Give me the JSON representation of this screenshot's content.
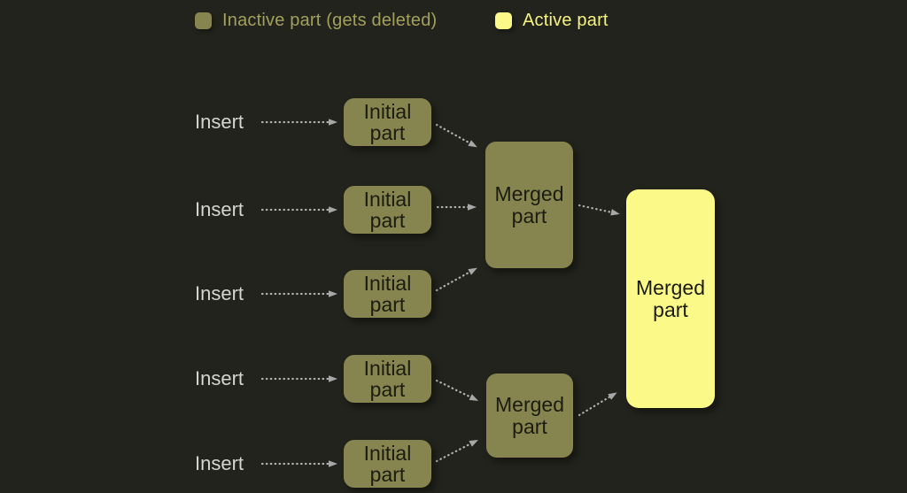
{
  "colors": {
    "background": "#22231c",
    "inactive_fill": "#87854f",
    "active_fill": "#fbf987",
    "inactive_text": "#a2a05d",
    "active_text": "#f6f47e",
    "node_text": "#1b1c10",
    "insert_text": "#d5d5d3",
    "arrow": "#b3b3b3"
  },
  "legend": {
    "items": [
      {
        "id": "inactive",
        "label": "Inactive part (gets deleted)"
      },
      {
        "id": "active",
        "label": "Active part"
      }
    ]
  },
  "diagram": {
    "rows": [
      {
        "insert_label": "Insert",
        "part_label": "Initial part"
      },
      {
        "insert_label": "Insert",
        "part_label": "Initial part"
      },
      {
        "insert_label": "Insert",
        "part_label": "Initial part"
      },
      {
        "insert_label": "Insert",
        "part_label": "Initial part"
      },
      {
        "insert_label": "Insert",
        "part_label": "Initial part"
      }
    ],
    "merged": [
      {
        "label": "Merged part",
        "state": "inactive"
      },
      {
        "label": "Merged part",
        "state": "inactive"
      },
      {
        "label": "Merged part",
        "state": "active"
      }
    ]
  }
}
